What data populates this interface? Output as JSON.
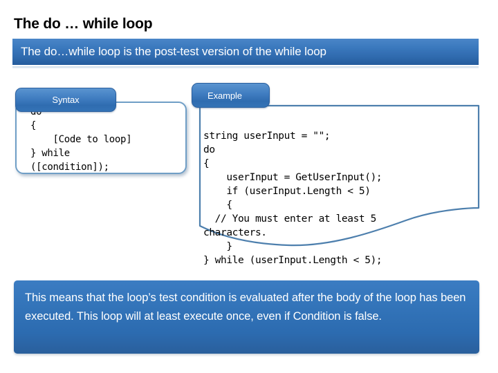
{
  "slide": {
    "title": "The do … while loop",
    "banner_text": "The do…while loop is the post-test version of the while loop"
  },
  "syntax_panel": {
    "tab_label": "Syntax",
    "code": "do\n{\n    [Code to loop]\n} while\n([condition]);"
  },
  "example_panel": {
    "tab_label": "Example",
    "code": "string userInput = \"\";\ndo\n{\n    userInput = GetUserInput();\n    if (userInput.Length < 5)\n    {\n  // You must enter at least 5\ncharacters.\n    }\n} while (userInput.Length < 5);"
  },
  "summary": {
    "text": "This means that the loop’s test condition is evaluated after the body of the loop has been executed. This loop will at least execute once, even if Condition is false."
  },
  "colors": {
    "banner_blue": "#3a78bd",
    "tab_blue": "#3f7cc0",
    "summary_blue": "#3273b8",
    "callout_border": "#6f9ec6",
    "code_text": "#000000",
    "title_text": "#000000"
  }
}
